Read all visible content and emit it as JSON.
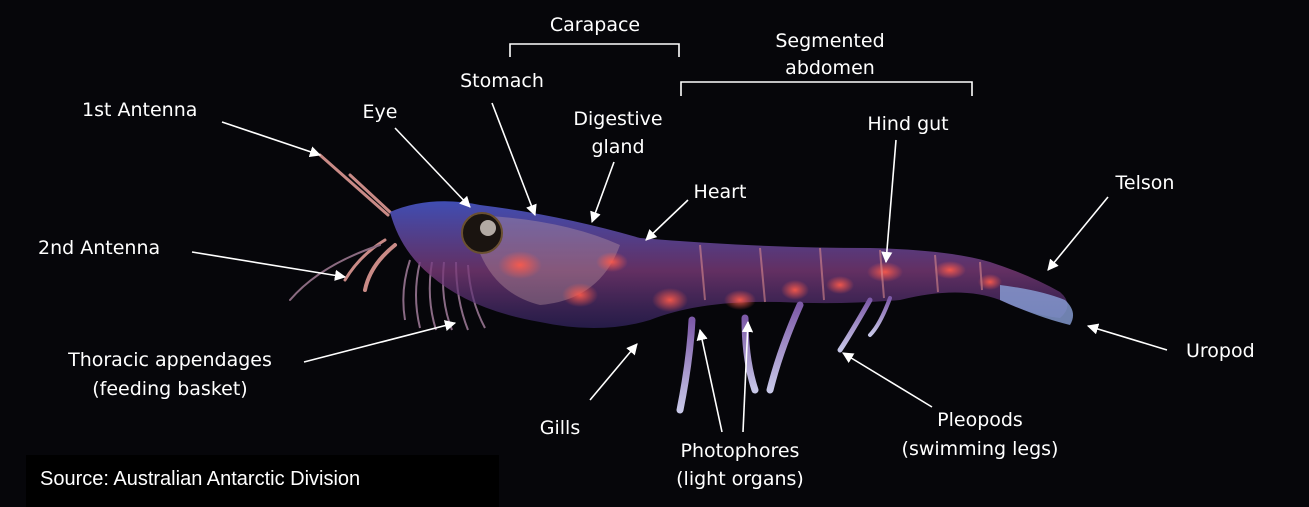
{
  "labels": {
    "carapace": "Carapace",
    "segmented_abdomen_1": "Segmented",
    "segmented_abdomen_2": "abdomen",
    "stomach": "Stomach",
    "first_antenna": "1st Antenna",
    "eye": "Eye",
    "digestive_gland_1": "Digestive",
    "digestive_gland_2": "gland",
    "hind_gut": "Hind gut",
    "heart": "Heart",
    "telson": "Telson",
    "second_antenna": "2nd Antenna",
    "uropod": "Uropod",
    "thoracic_1": "Thoracic appendages",
    "thoracic_2": "(feeding basket)",
    "gills": "Gills",
    "photophores_1": "Photophores",
    "photophores_2": "(light organs)",
    "pleopods_1": "Pleopods",
    "pleopods_2": "(swimming legs)"
  },
  "source": "Source: Australian Antarctic Division",
  "colors": {
    "background": "#06060a",
    "label_text": "#ffffff",
    "leader_line": "#ffffff"
  }
}
